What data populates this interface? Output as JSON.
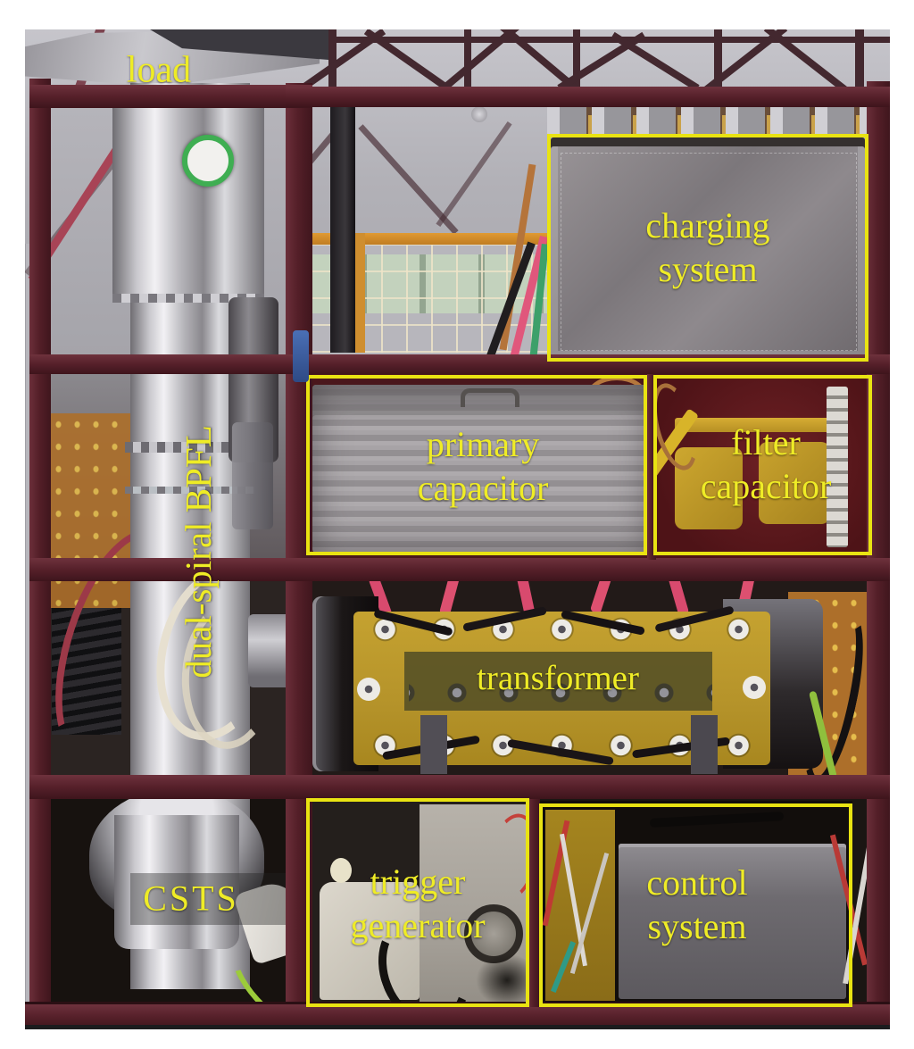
{
  "photo": {
    "annotations": {
      "load": {
        "label": "load"
      },
      "dual_spiral_bpfl": {
        "label": "dual-spiral BPFL"
      },
      "csts": {
        "label": "CSTS"
      },
      "charging_system": {
        "label": "charging\nsystem"
      },
      "primary_capacitor": {
        "label": "primary\ncapacitor"
      },
      "filter_capacitor": {
        "label": "filter\ncapacitor"
      },
      "transformer": {
        "label": "transformer"
      },
      "trigger_generator": {
        "label": "trigger\ngenerator"
      },
      "control_system": {
        "label": "control\nsystem"
      }
    },
    "colors": {
      "annotation_yellow": "#e9e312",
      "label_text_yellow": "#efec26",
      "frame_maroon": "#5a262e",
      "transformer_yellow": "#bd9b2b"
    }
  }
}
